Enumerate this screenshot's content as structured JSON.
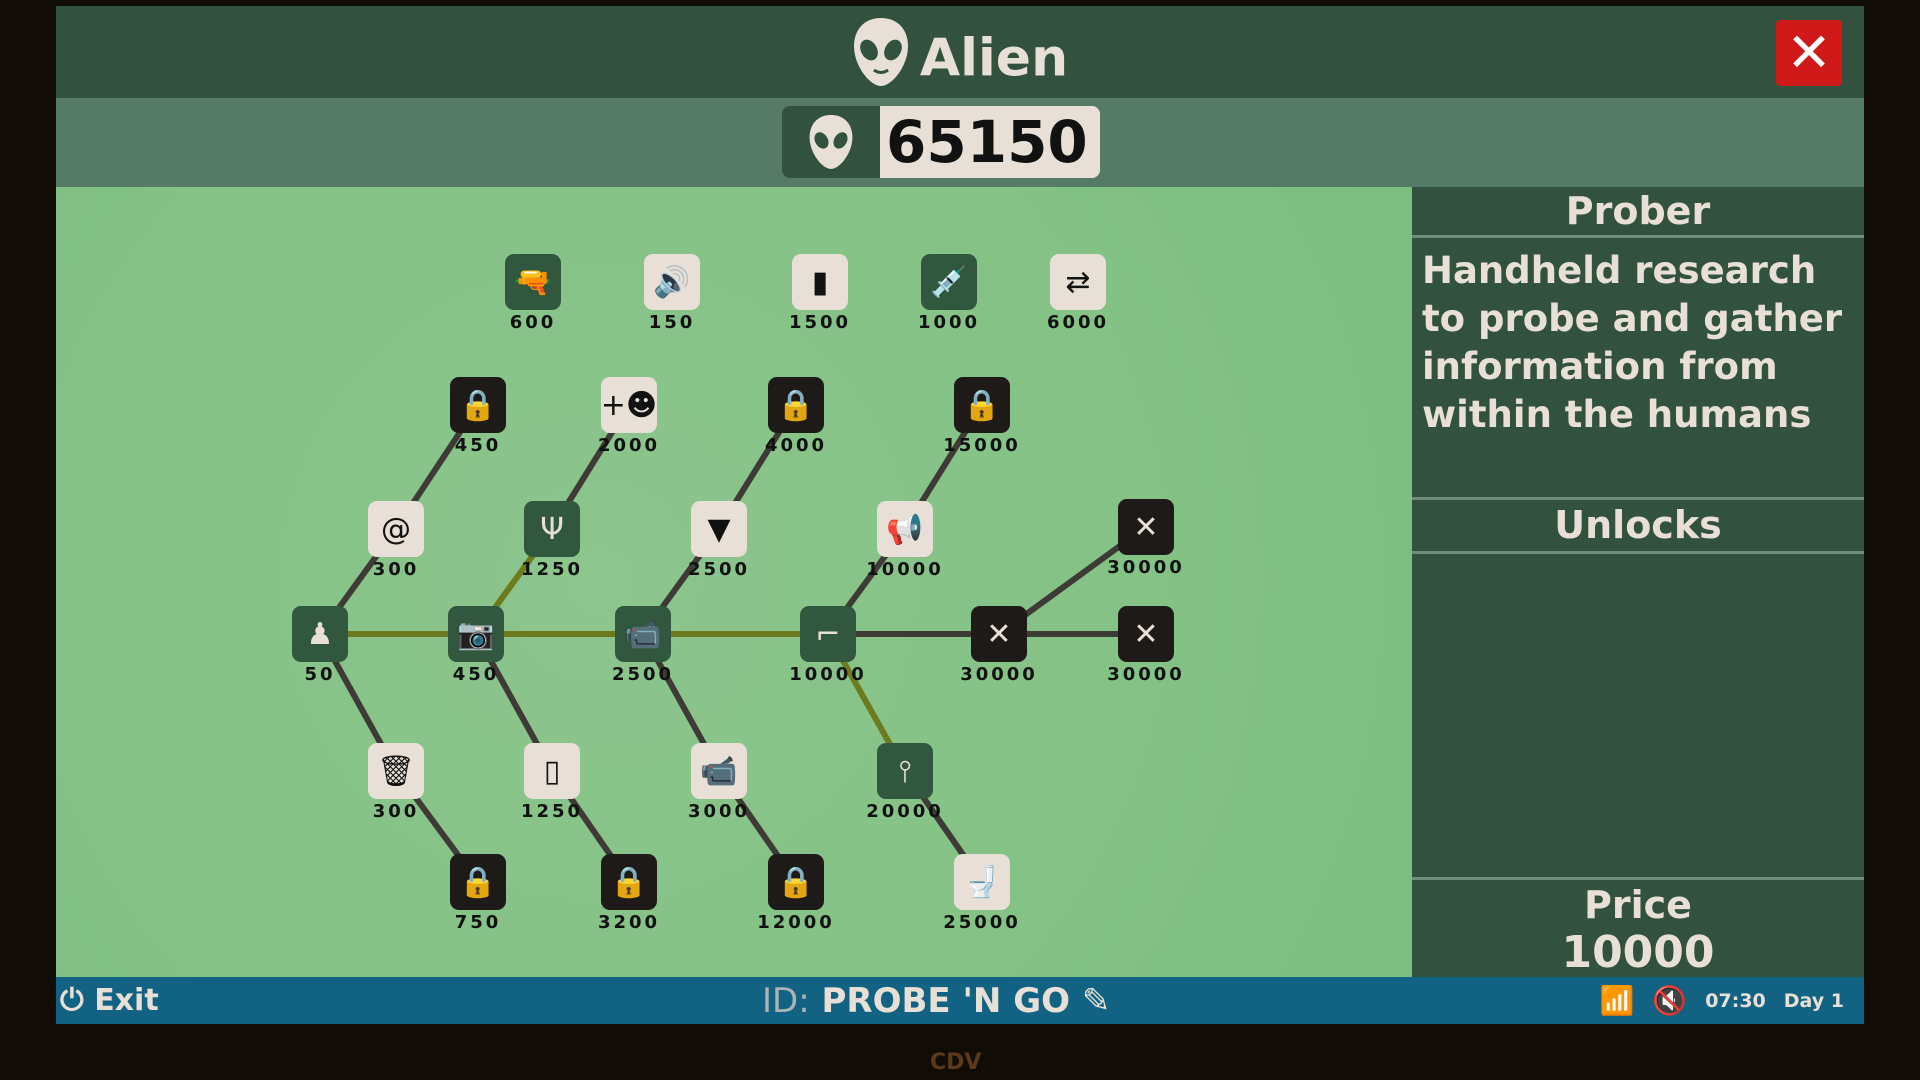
{
  "header": {
    "title": "Alien",
    "title_icon": "alien-head-icon",
    "close_icon": "close-icon"
  },
  "currency": {
    "icon": "alien-head-icon",
    "value": "65150"
  },
  "colors": {
    "owned": "#32573f",
    "available": "#e8e0d6",
    "locked": "#1d1a17",
    "link_active": "#6e7a1e",
    "link_inactive": "#3e3a36",
    "close": "#d01a1a",
    "bottom_bar": "#126383"
  },
  "tree": {
    "nodes": [
      {
        "id": "t1",
        "icon": "ray-gun",
        "state": "owned",
        "price": "600"
      },
      {
        "id": "t2",
        "icon": "speaker",
        "state": "available",
        "price": "150"
      },
      {
        "id": "t3",
        "icon": "e-cigarette",
        "state": "available",
        "price": "1500"
      },
      {
        "id": "t4",
        "icon": "syringe",
        "state": "owned",
        "price": "1000"
      },
      {
        "id": "t5",
        "icon": "swap-alien-box",
        "state": "available",
        "price": "6000"
      },
      {
        "id": "a1",
        "icon": "lock",
        "state": "locked",
        "price": "450"
      },
      {
        "id": "a2",
        "icon": "add-alien",
        "state": "available",
        "price": "2000"
      },
      {
        "id": "a3",
        "icon": "lock",
        "state": "locked",
        "price": "4000"
      },
      {
        "id": "a4",
        "icon": "lock",
        "state": "locked",
        "price": "15000"
      },
      {
        "id": "b1",
        "icon": "spiral",
        "state": "available",
        "price": "300"
      },
      {
        "id": "b2",
        "icon": "tube-man",
        "state": "owned",
        "price": "1250"
      },
      {
        "id": "b3",
        "icon": "smoke-detector",
        "state": "available",
        "price": "2500"
      },
      {
        "id": "b4",
        "icon": "megaphone",
        "state": "available",
        "price": "10000"
      },
      {
        "id": "b5",
        "icon": "x",
        "state": "locked",
        "price": "30000"
      },
      {
        "id": "m1",
        "icon": "bag",
        "state": "owned",
        "price": "50"
      },
      {
        "id": "m2",
        "icon": "camera",
        "state": "owned",
        "price": "450"
      },
      {
        "id": "m3",
        "icon": "camcorder",
        "state": "owned",
        "price": "2500"
      },
      {
        "id": "m4",
        "icon": "prober",
        "state": "owned",
        "price": "10000"
      },
      {
        "id": "m5",
        "icon": "x",
        "state": "locked",
        "price": "30000"
      },
      {
        "id": "m6",
        "icon": "x",
        "state": "locked",
        "price": "30000"
      },
      {
        "id": "c1",
        "icon": "trash-can",
        "state": "available",
        "price": "300"
      },
      {
        "id": "c2",
        "icon": "photo-booth",
        "state": "available",
        "price": "1250"
      },
      {
        "id": "c3",
        "icon": "security-camera",
        "state": "available",
        "price": "3000"
      },
      {
        "id": "c4",
        "icon": "probe-stand",
        "state": "owned",
        "price": "20000"
      },
      {
        "id": "d1",
        "icon": "lock",
        "state": "locked",
        "price": "750"
      },
      {
        "id": "d2",
        "icon": "lock",
        "state": "locked",
        "price": "3200"
      },
      {
        "id": "d3",
        "icon": "lock",
        "state": "locked",
        "price": "12000"
      },
      {
        "id": "d4",
        "icon": "toilet",
        "state": "available",
        "price": "25000"
      }
    ],
    "links": [
      [
        "m1",
        "m2",
        true
      ],
      [
        "m2",
        "m3",
        true
      ],
      [
        "m3",
        "m4",
        true
      ],
      [
        "m4",
        "m5",
        false
      ],
      [
        "m5",
        "m6",
        false
      ],
      [
        "m5",
        "b5",
        false
      ],
      [
        "m1",
        "b1",
        false
      ],
      [
        "b1",
        "a1",
        false
      ],
      [
        "m1",
        "c1",
        false
      ],
      [
        "c1",
        "d1",
        false
      ],
      [
        "m2",
        "b2",
        true
      ],
      [
        "b2",
        "a2",
        false
      ],
      [
        "m2",
        "c2",
        false
      ],
      [
        "c2",
        "d2",
        false
      ],
      [
        "m3",
        "b3",
        false
      ],
      [
        "b3",
        "a3",
        false
      ],
      [
        "m3",
        "c3",
        false
      ],
      [
        "c3",
        "d3",
        false
      ],
      [
        "m4",
        "b4",
        false
      ],
      [
        "b4",
        "a4",
        false
      ],
      [
        "m4",
        "c4",
        true
      ],
      [
        "c4",
        "d4",
        false
      ]
    ]
  },
  "side": {
    "title": "Prober",
    "description": "Handheld research to probe and gather information from within the humans",
    "unlocks_label": "Unlocks",
    "price_label": "Price",
    "price_value": "10000"
  },
  "bottom": {
    "exit_label": "Exit",
    "id_key": "ID:",
    "id_value": "PROBE 'N GO",
    "edit_icon": "pencil-icon",
    "time": "07:30",
    "day": "Day 1",
    "wifi_icon": "signal-icon",
    "sound_icon": "muted-speaker-icon"
  },
  "brand": "CDV"
}
